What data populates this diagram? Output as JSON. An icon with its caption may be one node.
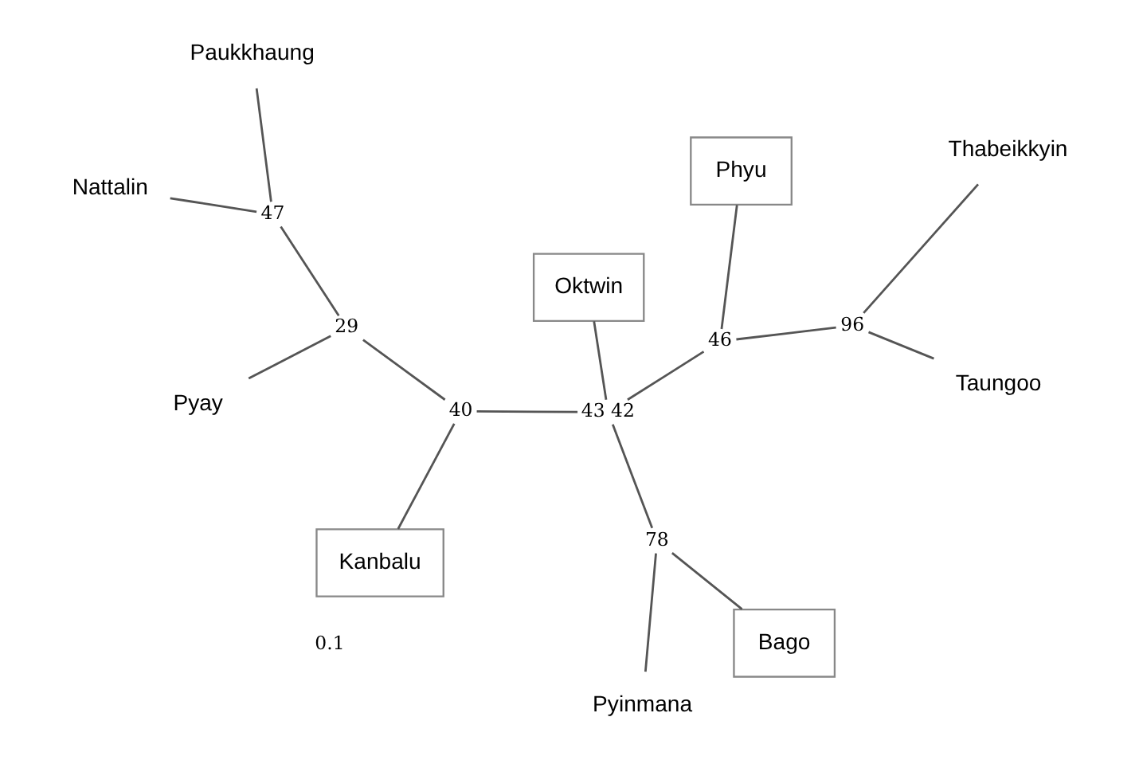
{
  "diagram": {
    "nodes": [
      {
        "text": [
          "Phyu"
        ]
      },
      {
        "text": [
          "Taungoo"
        ]
      },
      {
        "text": [
          "Thabeikkyin"
        ]
      },
      {
        "text": [
          "Oktwin"
        ]
      },
      {
        "text": [
          "Nattalin"
        ]
      },
      {
        "text": [
          "Bago"
        ]
      },
      {
        "text": [
          "Paukkhaung"
        ]
      },
      {
        "text": [
          "Pyinmana"
        ]
      },
      {
        "text": [
          "Pyay"
        ]
      },
      {
        "text": [
          "Kanbalu"
        ]
      },
      {
        "text": [],
        "shape": "point",
        "beside": [
          "96"
        ]
      },
      {
        "text": [],
        "shape": "point",
        "beside": [
          "46"
        ]
      },
      {
        "text": [],
        "shape": "point",
        "beside": [
          "43",
          "42"
        ]
      },
      {
        "text": [],
        "shape": "point",
        "beside": [
          "78"
        ]
      },
      {
        "text": [],
        "shape": "point",
        "beside": [
          "40"
        ]
      },
      {
        "text": [],
        "shape": "point",
        "beside": [
          "29"
        ]
      },
      {
        "text": [],
        "shape": "point",
        "beside": [
          "47"
        ]
      }
    ],
    "edges": [
      {
        "from": 10,
        "to": 1,
        "arrow": "none"
      },
      {
        "from": 10,
        "to": 2,
        "arrow": "none"
      },
      {
        "from": 11,
        "to": 0,
        "arrow": "none"
      },
      {
        "from": 11,
        "to": 10,
        "arrow": "none"
      },
      {
        "from": 12,
        "to": 11,
        "arrow": "none"
      },
      {
        "from": 12,
        "to": 3,
        "arrow": "none"
      },
      {
        "from": 12,
        "to": 13,
        "arrow": "none"
      },
      {
        "from": 13,
        "to": 5,
        "arrow": "none"
      },
      {
        "from": 13,
        "to": 7,
        "arrow": "none"
      },
      {
        "from": 12,
        "to": 14,
        "arrow": "none"
      },
      {
        "from": 14,
        "to": 9,
        "arrow": "none"
      },
      {
        "from": 14,
        "to": 15,
        "arrow": "none"
      },
      {
        "from": 15,
        "to": 8,
        "arrow": "none"
      },
      {
        "from": 15,
        "to": 16,
        "arrow": "none"
      },
      {
        "from": 16,
        "to": 4,
        "arrow": "none"
      },
      {
        "from": 16,
        "to": 6,
        "arrow": "none"
      }
    ],
    "labels": [
      "0.1"
    ]
  }
}
